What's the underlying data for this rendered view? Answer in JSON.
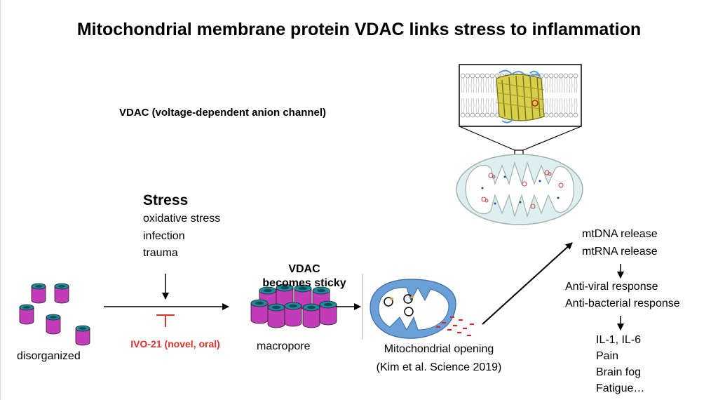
{
  "title": "Mitochondrial membrane protein VDAC links stress to inflammation",
  "vdac_definition": "VDAC (voltage-dependent anion channel)",
  "stress": {
    "heading": "Stress",
    "items": [
      "oxidative stress",
      "infection",
      "trauma"
    ]
  },
  "vdac_sticky": [
    "VDAC",
    "becomes sticky"
  ],
  "drug_label": "IVO-21 (novel, oral)",
  "labels": {
    "disorganized": "disorganized",
    "macropore": "macropore",
    "mito_opening": "Mitochondrial opening",
    "citation": "(Kim et al. Science 2019)"
  },
  "release": [
    "mtDNA release",
    "mtRNA release"
  ],
  "response": [
    "Anti-viral response",
    "Anti-bacterial response"
  ],
  "symptoms": [
    "IL-1, IL-6",
    "Pain",
    "Brain fog",
    "Fatigue…"
  ],
  "colors": {
    "drug_red": "#e03030",
    "cylinder_magenta": "#c23bb8",
    "cylinder_top_teal": "#1f8a9a",
    "mito_blue": "#6a9fd8",
    "protein_yellow": "#d8cf4a",
    "dna_red": "#e02020"
  }
}
